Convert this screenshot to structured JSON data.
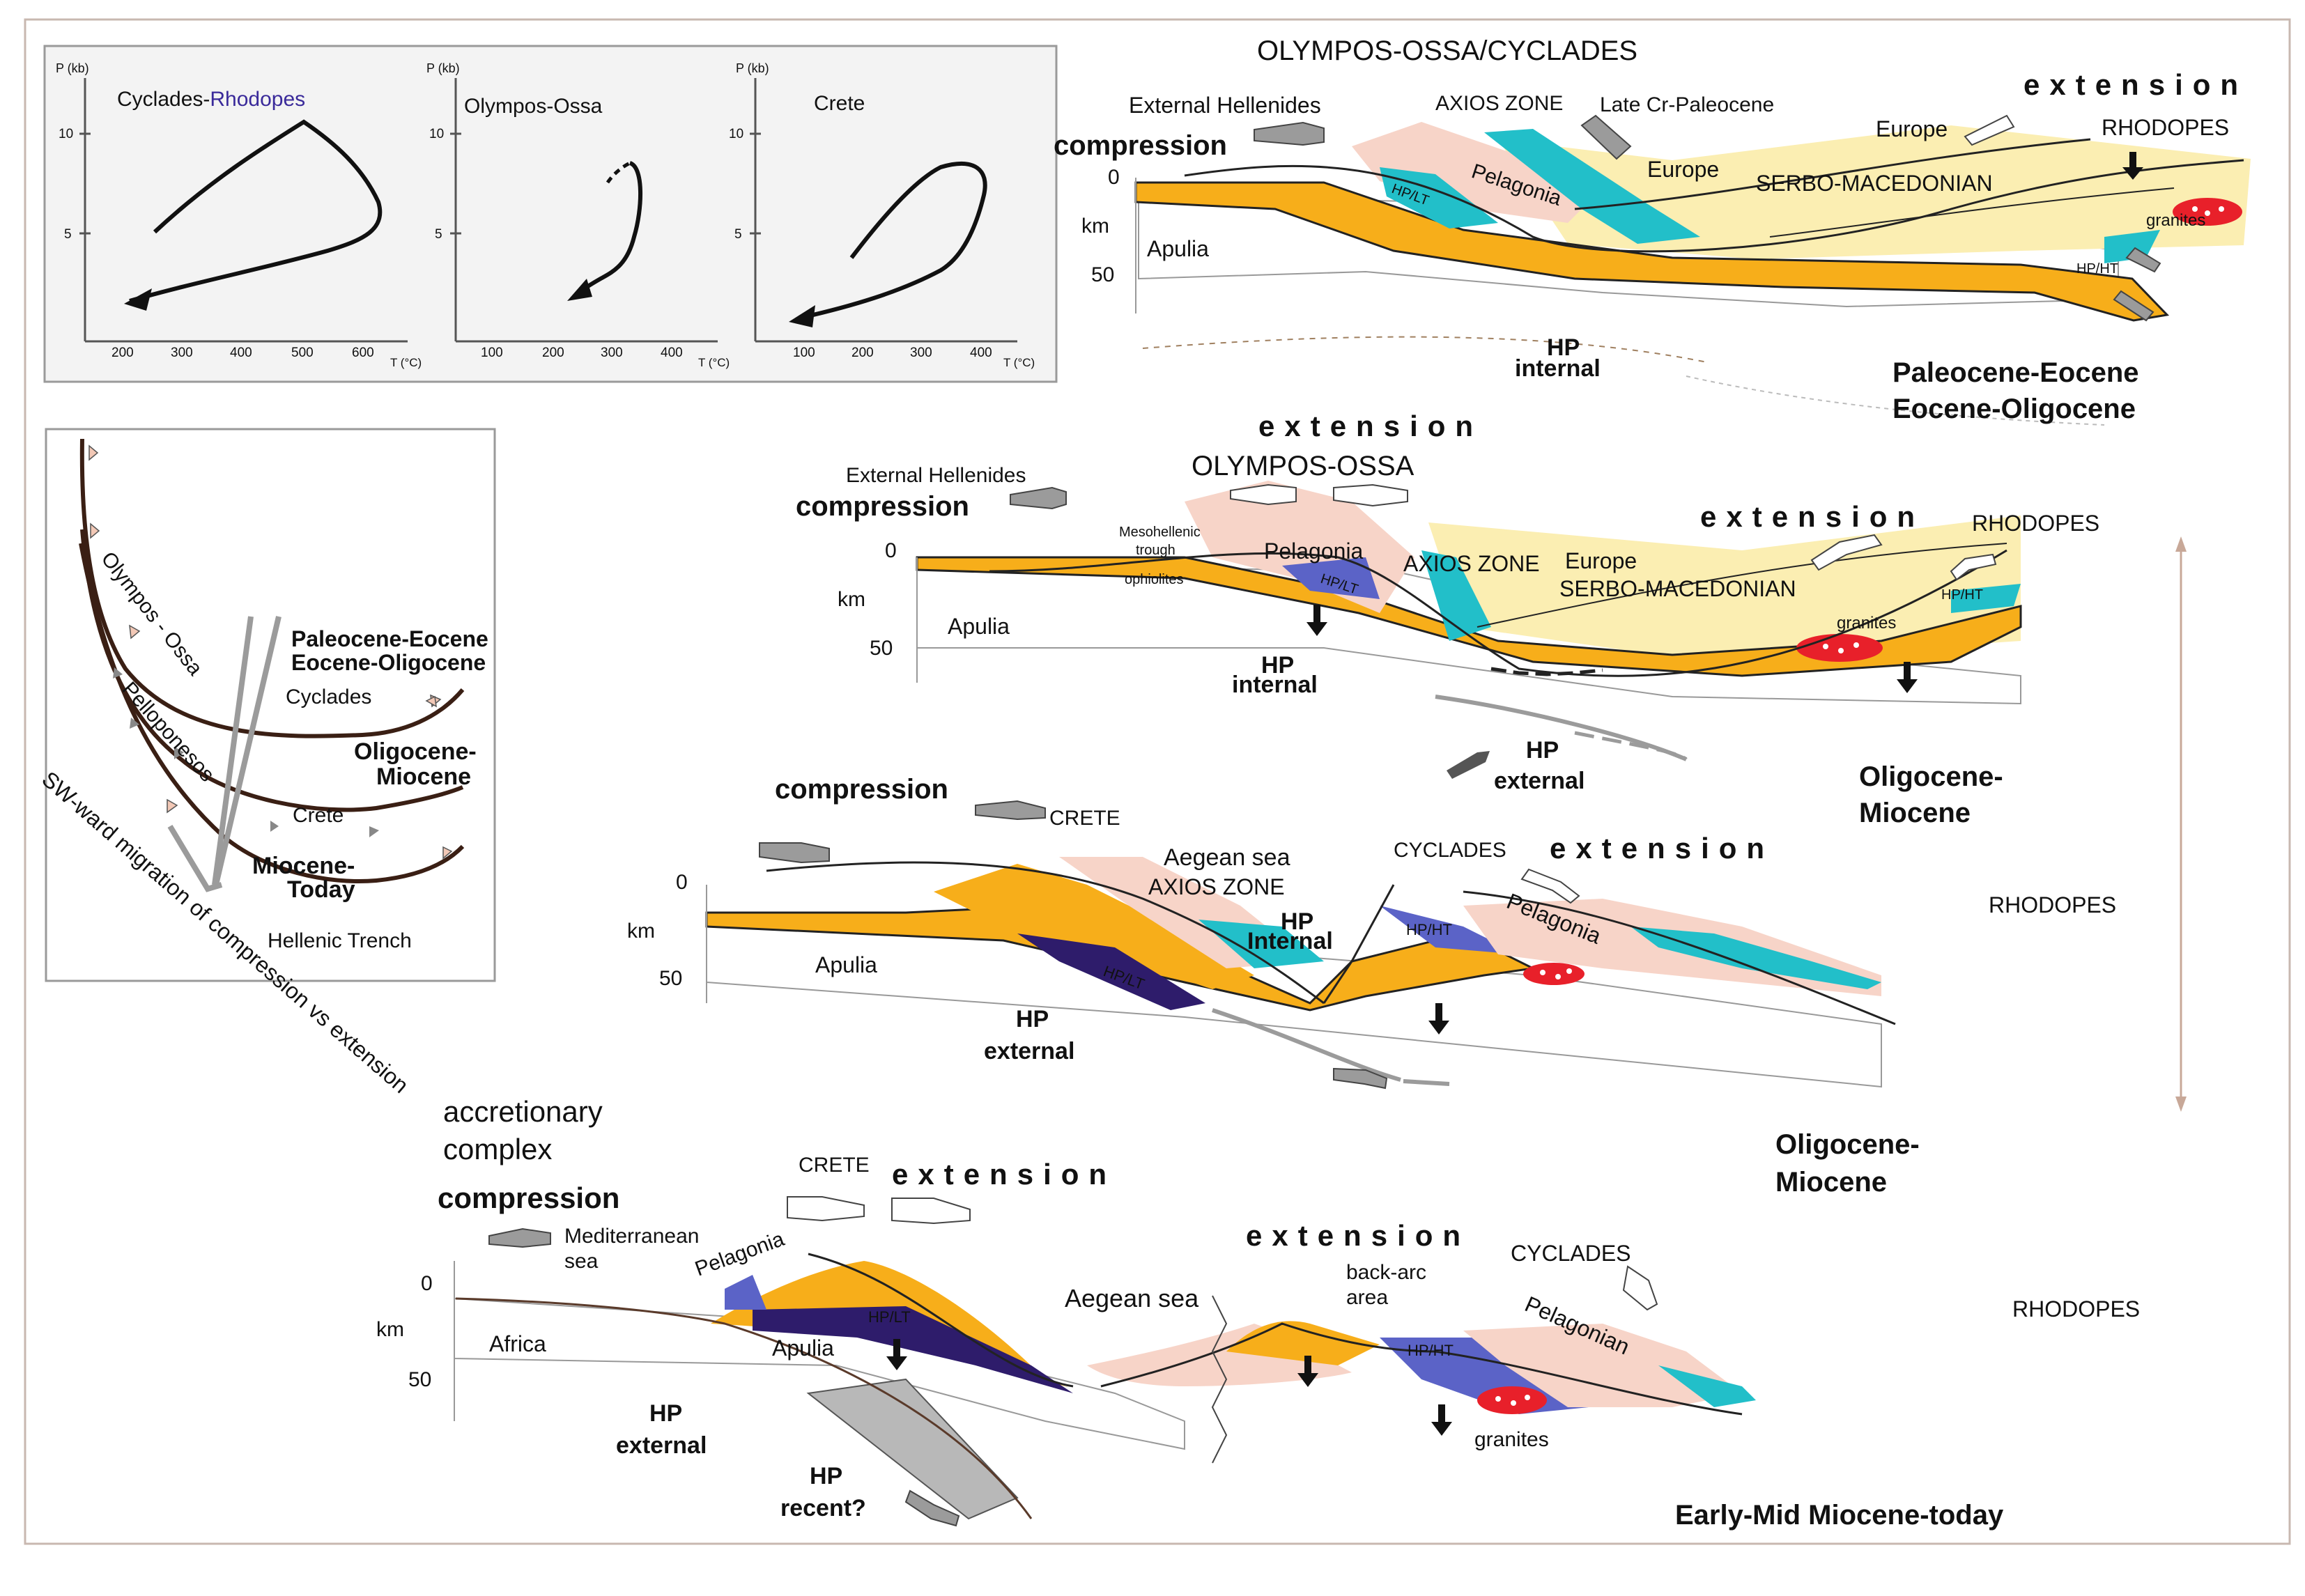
{
  "pt_panels": [
    {
      "title": "Cyclades-",
      "title_accent": "Rhodopes",
      "p_unit": "P (kb)",
      "t_unit": "T (°C)",
      "y_ticks": [
        "10",
        "5"
      ],
      "x_ticks": [
        "200",
        "300",
        "400",
        "500",
        "600"
      ]
    },
    {
      "title": "Olympos-Ossa",
      "p_unit": "P (kb)",
      "t_unit": "T (°C)",
      "y_ticks": [
        "10",
        "5"
      ],
      "x_ticks": [
        "100",
        "200",
        "300",
        "400"
      ]
    },
    {
      "title": "Crete",
      "p_unit": "P (kb)",
      "t_unit": "T (°C)",
      "y_ticks": [
        "10",
        "5"
      ],
      "x_ticks": [
        "100",
        "200",
        "300",
        "400"
      ]
    }
  ],
  "migration_panel": {
    "labels": [
      "Olympos - Ossa",
      "Pelloponesos",
      "Cyclades",
      "Crete",
      "Hellenic Trench"
    ],
    "stages": [
      "Paleocene-Eocene",
      "Eocene-Oligocene",
      "Oligocene-",
      "Miocene",
      "Miocene-",
      "Today"
    ],
    "caption": "SW-ward migration of compression vs extension"
  },
  "section1": {
    "header": "OLYMPOS-OSSA/CYCLADES",
    "labels": [
      "External Hellenides",
      "AXIOS ZONE",
      "Late Cr-Paleocene",
      "Europe",
      "Europe",
      "RHODOPES",
      "SERBO-MACEDONIAN",
      "Pelagonia",
      "HP/LT",
      "Apulia",
      "granites",
      "HP/HT"
    ],
    "compression": "compression",
    "extension": "extension",
    "hp": [
      "HP",
      "internal"
    ],
    "depth": [
      "0",
      "km",
      "50"
    ],
    "age": [
      "Paleocene-Eocene",
      "Eocene-Oligocene"
    ]
  },
  "section2": {
    "labels": [
      "External Hellenides",
      "OLYMPOS-OSSA",
      "Mesohellenic",
      "trough",
      "ophiolites",
      "Pelagonia",
      "HP/LT",
      "AXIOS ZONE",
      "Europe",
      "SERBO-MACEDONIAN",
      "RHODOPES",
      "HP/HT",
      "granites",
      "Apulia"
    ],
    "compression": "compression",
    "extension": "extension",
    "extension2": "extension",
    "hp_internal": [
      "HP",
      "internal"
    ],
    "hp_external": [
      "HP",
      "external"
    ],
    "depth": [
      "0",
      "km",
      "50"
    ],
    "age": [
      "Oligocene-",
      "Miocene"
    ]
  },
  "section3": {
    "labels": [
      "CRETE",
      "Aegean sea",
      "AXIOS ZONE",
      "CYCLADES",
      "Pelagonia",
      "HP/HT",
      "HP/LT",
      "Apulia",
      "RHODOPES"
    ],
    "compression": "compression",
    "extension": "extension",
    "hp_internal": [
      "HP",
      "Internal"
    ],
    "hp_external": [
      "HP",
      "external"
    ],
    "depth": [
      "0",
      "km",
      "50"
    ],
    "age": [
      "Oligocene-",
      "Miocene"
    ]
  },
  "section4": {
    "labels": [
      "Mediterranean",
      "sea",
      "Pelagonia",
      "CRETE",
      "HP/LT",
      "Africa",
      "Apulia",
      "Aegean sea",
      "back-arc",
      "area",
      "HP/HT",
      "CYCLADES",
      "Pelagonian",
      "granites",
      "RHODOPES"
    ],
    "accretionary": [
      "accretionary",
      "complex"
    ],
    "compression": "compression",
    "extension": "extension",
    "extension2": "extension",
    "hp_external": [
      "HP",
      "external"
    ],
    "hp_recent": [
      "HP",
      "recent?"
    ],
    "depth": [
      "0",
      "km",
      "50"
    ],
    "age": "Early-Mid Miocene-today"
  },
  "colors": {
    "orange": "#f7ae1a",
    "pink": "#f7d4c8",
    "cyan": "#22bfc9",
    "yellow": "#fbeeb2",
    "blue": "#5b63c7",
    "navy": "#2e1c6b",
    "red": "#e8202a",
    "grey": "#a9a9a9",
    "accent": "#3a2a9a"
  }
}
